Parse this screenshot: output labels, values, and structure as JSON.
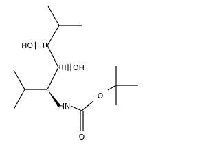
{
  "molecule": {
    "labels": {
      "hydroxyl_1": "HO",
      "hydroxyl_2": "OH",
      "amine": "HN",
      "ester_oxygen": "O",
      "carbonyl_oxygen": "O"
    },
    "colors": {
      "bond": "#000000",
      "label": "#000000",
      "background": "#ffffff"
    }
  }
}
